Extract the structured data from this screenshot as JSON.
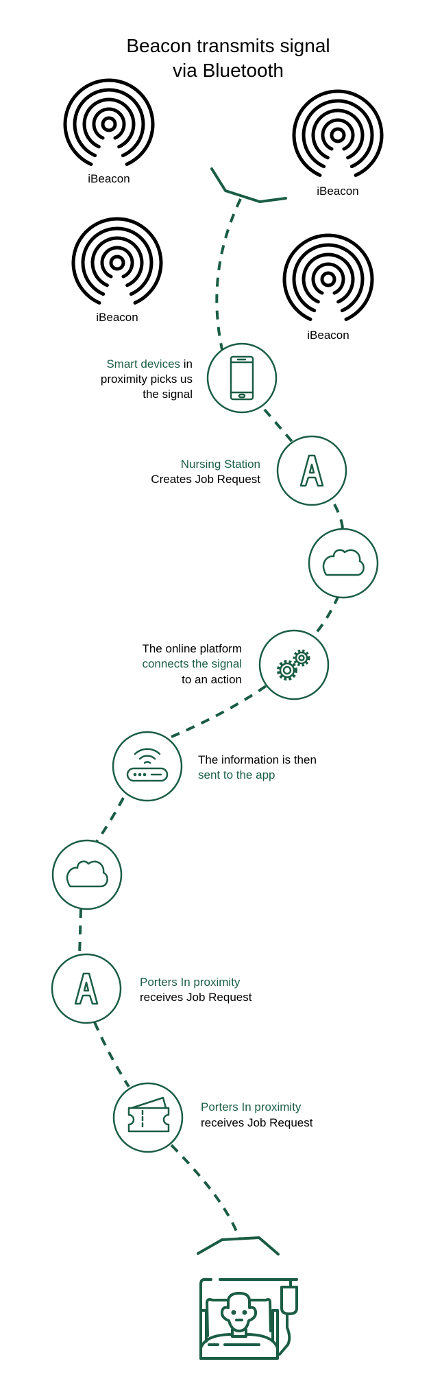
{
  "title": {
    "line1": "Beacon transmits signal",
    "line2": "via Bluetooth"
  },
  "beacons": [
    {
      "label": "iBeacon",
      "icon": "beacon-signal-icon"
    },
    {
      "label": "iBeacon",
      "icon": "beacon-signal-icon"
    },
    {
      "label": "iBeacon",
      "icon": "beacon-signal-icon"
    },
    {
      "label": "iBeacon",
      "icon": "beacon-signal-icon"
    }
  ],
  "steps": [
    {
      "icon": "smartphone-icon",
      "lines": [
        "Smart devices",
        " in",
        "proximity picks us",
        "the signal"
      ]
    },
    {
      "icon": "app-a-icon",
      "lines": [
        "Nursing Station",
        "Creates Job Request"
      ]
    },
    {
      "icon": "cloud-icon"
    },
    {
      "icon": "gears-icon",
      "lines": [
        "The online platform",
        "connects the signal",
        "to an action"
      ]
    },
    {
      "icon": "router-wifi-icon",
      "lines": [
        "The information is then",
        "sent to the app"
      ]
    },
    {
      "icon": "cloud-icon"
    },
    {
      "icon": "app-a-icon",
      "lines": [
        "Porters In proximity",
        "receives Job Request"
      ]
    },
    {
      "icon": "ticket-icon",
      "lines": [
        "Porters In proximity",
        "receives Job Request"
      ]
    }
  ],
  "patient_icon": "patient-in-bed-icon",
  "colors": {
    "accent": "#1a5d44",
    "text": "#000000"
  }
}
